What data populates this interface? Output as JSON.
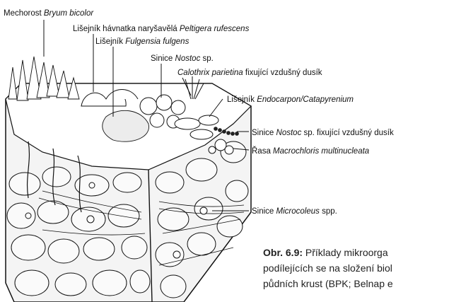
{
  "labels": {
    "bryum": {
      "prefix": "Mechorost ",
      "italic": "Bryum bicolor",
      "suffix": ""
    },
    "peltigera": {
      "prefix": "Lišejník hávnatka naryšavělá ",
      "italic": "Peltigera rufescens",
      "suffix": ""
    },
    "fulgensia": {
      "prefix": "Lišejník ",
      "italic": "Fulgensia fulgens",
      "suffix": ""
    },
    "nostoc_top": {
      "prefix": "Sinice ",
      "italic": "Nostoc",
      "suffix": " sp."
    },
    "calothrix": {
      "prefix": "",
      "italic": "Calothrix parietina",
      "suffix": " fixující vzdušný dusík"
    },
    "endocarpon": {
      "prefix": "Lišejník ",
      "italic": "Endocarpon/Catapyrenium",
      "suffix": ""
    },
    "nostoc_fix": {
      "prefix": "Sinice ",
      "italic": "Nostoc",
      "suffix": " sp. fixující vzdušný dusík"
    },
    "macrochloris": {
      "prefix": "Řasa ",
      "italic": "Macrochloris multinucleata",
      "suffix": ""
    },
    "microcoleus": {
      "prefix": "Sinice ",
      "italic": "Microcoleus",
      "suffix": " spp."
    }
  },
  "caption": {
    "lead": "Obr. 6.9:",
    "line1": " Příklady mikroorga",
    "line2": "podílejících se na složení biol",
    "line3": "půdních krust (BPK; Belnap e"
  },
  "colors": {
    "ink": "#111111",
    "paper": "#ffffff",
    "caption_text": "#222222"
  }
}
